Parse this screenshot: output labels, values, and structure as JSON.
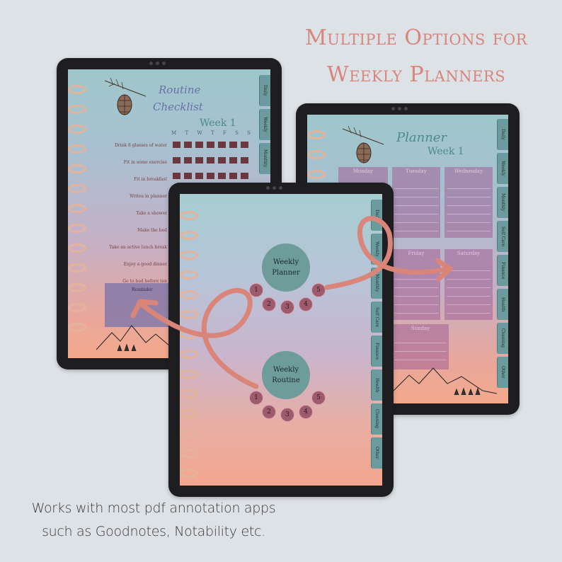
{
  "headline": [
    "Multiple Options for",
    "Weekly Planners"
  ],
  "caption": [
    "Works with most pdf annotation apps",
    "such as Goodnotes, Notability etc."
  ],
  "tabs_left": [
    "Daily",
    "Weekly",
    "Monthly"
  ],
  "tabs_right": [
    "Daily",
    "Weekly",
    "Monthly",
    "Self Care",
    "Finance",
    "Health",
    "Cleaning",
    "Other"
  ],
  "tabs_center": [
    "Daily",
    "Weekly",
    "Monthly",
    "Self Care",
    "Finance",
    "Health",
    "Cleaning",
    "Other"
  ],
  "left_tablet": {
    "title_line1": "Routine",
    "title_line2": "Checklist",
    "week": "Week 1",
    "weekdays": [
      "M",
      "T",
      "W",
      "T",
      "F",
      "S",
      "S"
    ],
    "tasks": [
      "Drink 8 glasses of water",
      "Fit in some exercise",
      "Fit in breakfast",
      "Writes in planner",
      "Take a shower",
      "Make the bed",
      "Take an active lunch break",
      "Enjoy a good dinner",
      "Go to bed before ten"
    ],
    "reminder": "Reminder"
  },
  "right_tablet": {
    "title": "Planner",
    "week": "Week 1",
    "days": [
      "Monday",
      "Tuesday",
      "Wednesday",
      "Friday",
      "Saturday",
      "Sunday"
    ]
  },
  "center_tablet": {
    "weekly_planner": [
      "Weekly",
      "Planner"
    ],
    "weekly_routine": [
      "Weekly",
      "Routine"
    ],
    "numbers": [
      "1",
      "2",
      "3",
      "4",
      "5"
    ]
  },
  "colors": {
    "headline": "#d8857c",
    "tab": "#6c9b9d",
    "arrow": "#d9857a",
    "checkbox": "#6b3840"
  }
}
